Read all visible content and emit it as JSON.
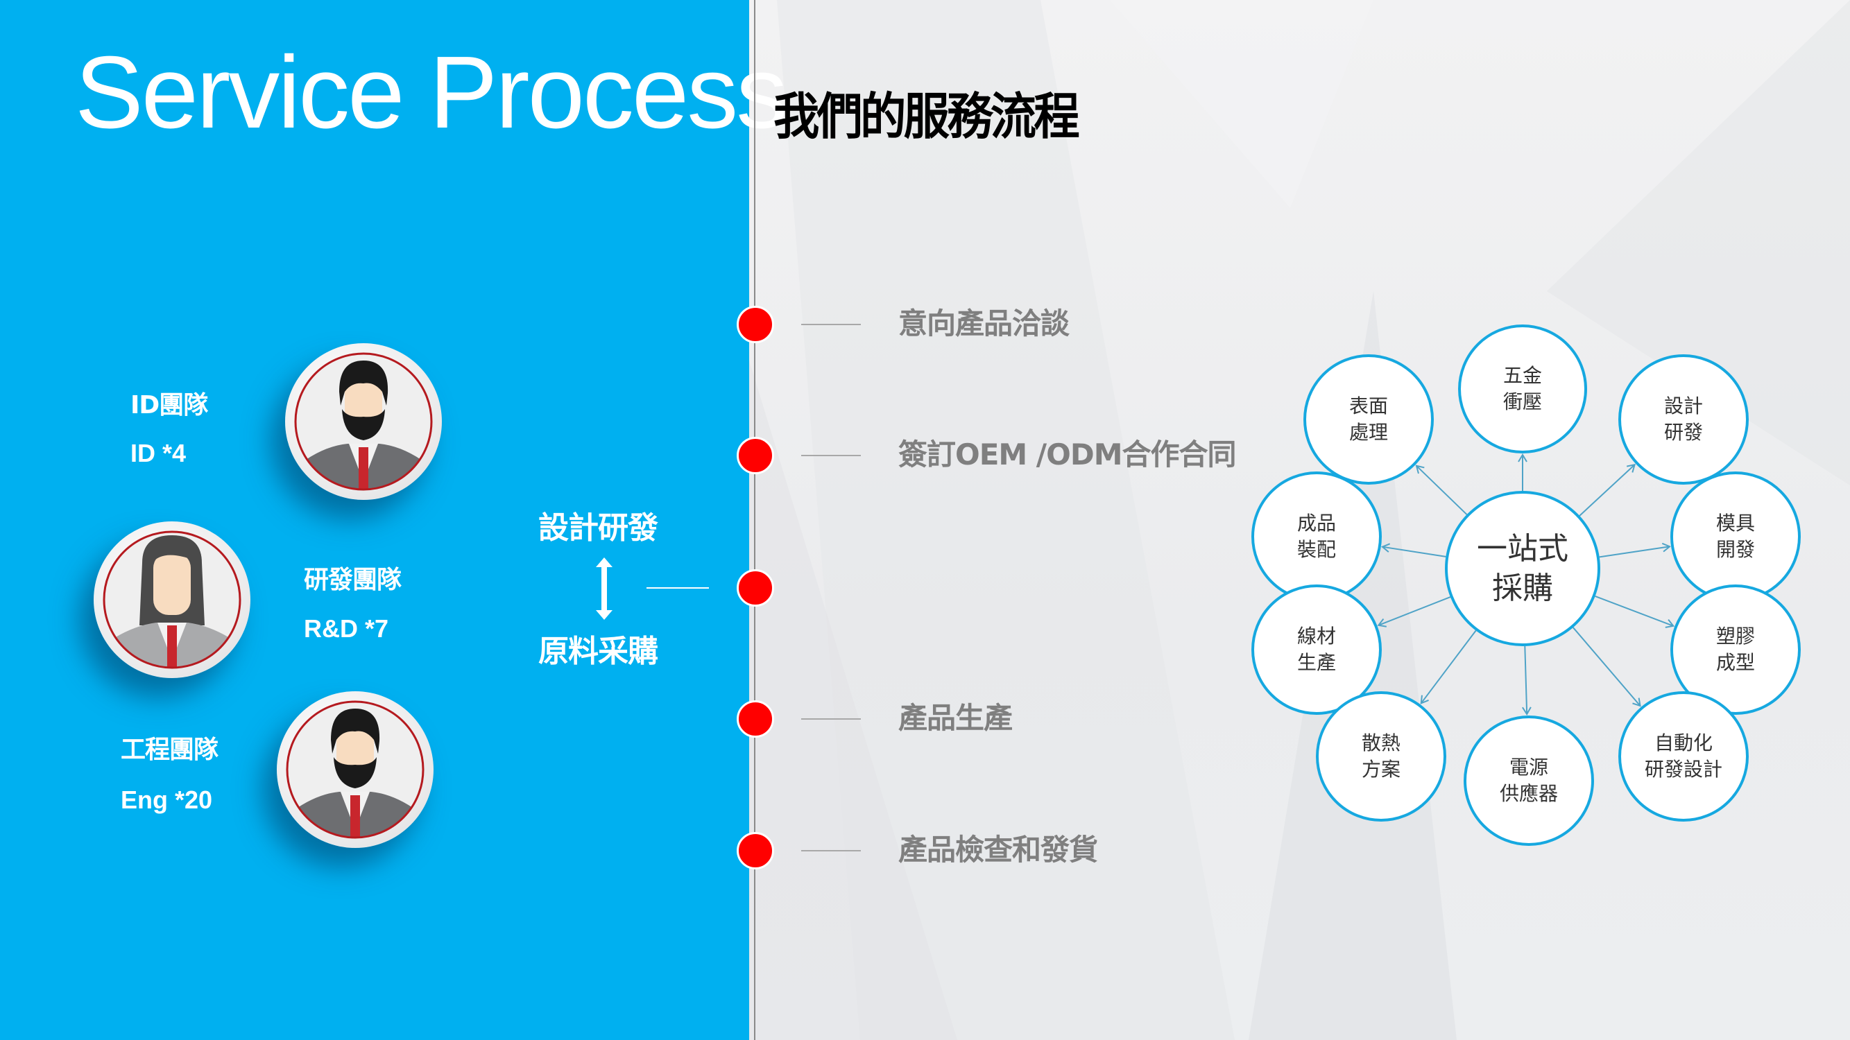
{
  "header": {
    "title": "Service Process",
    "subtitle": "我們的服務流程"
  },
  "colors": {
    "panel_blue": "#00B0F0",
    "dot_red": "#FF0000",
    "node_border": "#16A8E0",
    "step_text": "#7F7F7F"
  },
  "teams": [
    {
      "label": "ID團隊",
      "count": "ID *4",
      "avatar": "male-avatar-icon"
    },
    {
      "label": "研發團隊",
      "count": "R&D *7",
      "avatar": "female-avatar-icon"
    },
    {
      "label": "工程團隊",
      "count": "Eng *20",
      "avatar": "male-avatar-icon"
    }
  ],
  "side_block": {
    "top": "設計研發",
    "bottom": "原料采購",
    "arrow": "up-down-arrow-icon"
  },
  "steps": [
    "意向產品洽談",
    "簽訂OEM /ODM合作合同",
    "",
    "產品生產",
    "產品檢查和發貨"
  ],
  "diagram": {
    "center": {
      "line1": "一站式",
      "line2": "採購"
    },
    "nodes": [
      {
        "id": "hardware",
        "line1": "五金",
        "line2": "衝壓"
      },
      {
        "id": "surface",
        "line1": "表面",
        "line2": "處理"
      },
      {
        "id": "design",
        "line1": "設計",
        "line2": "研發"
      },
      {
        "id": "assembly",
        "line1": "成品",
        "line2": "裝配"
      },
      {
        "id": "mold",
        "line1": "模具",
        "line2": "開發"
      },
      {
        "id": "wire",
        "line1": "線材",
        "line2": "生產"
      },
      {
        "id": "plastic",
        "line1": "塑膠",
        "line2": "成型"
      },
      {
        "id": "thermal",
        "line1": "散熱",
        "line2": "方案"
      },
      {
        "id": "power",
        "line1": "電源",
        "line2": "供應器"
      },
      {
        "id": "automation",
        "line1": "自動化",
        "line2": "研發設計"
      }
    ]
  }
}
